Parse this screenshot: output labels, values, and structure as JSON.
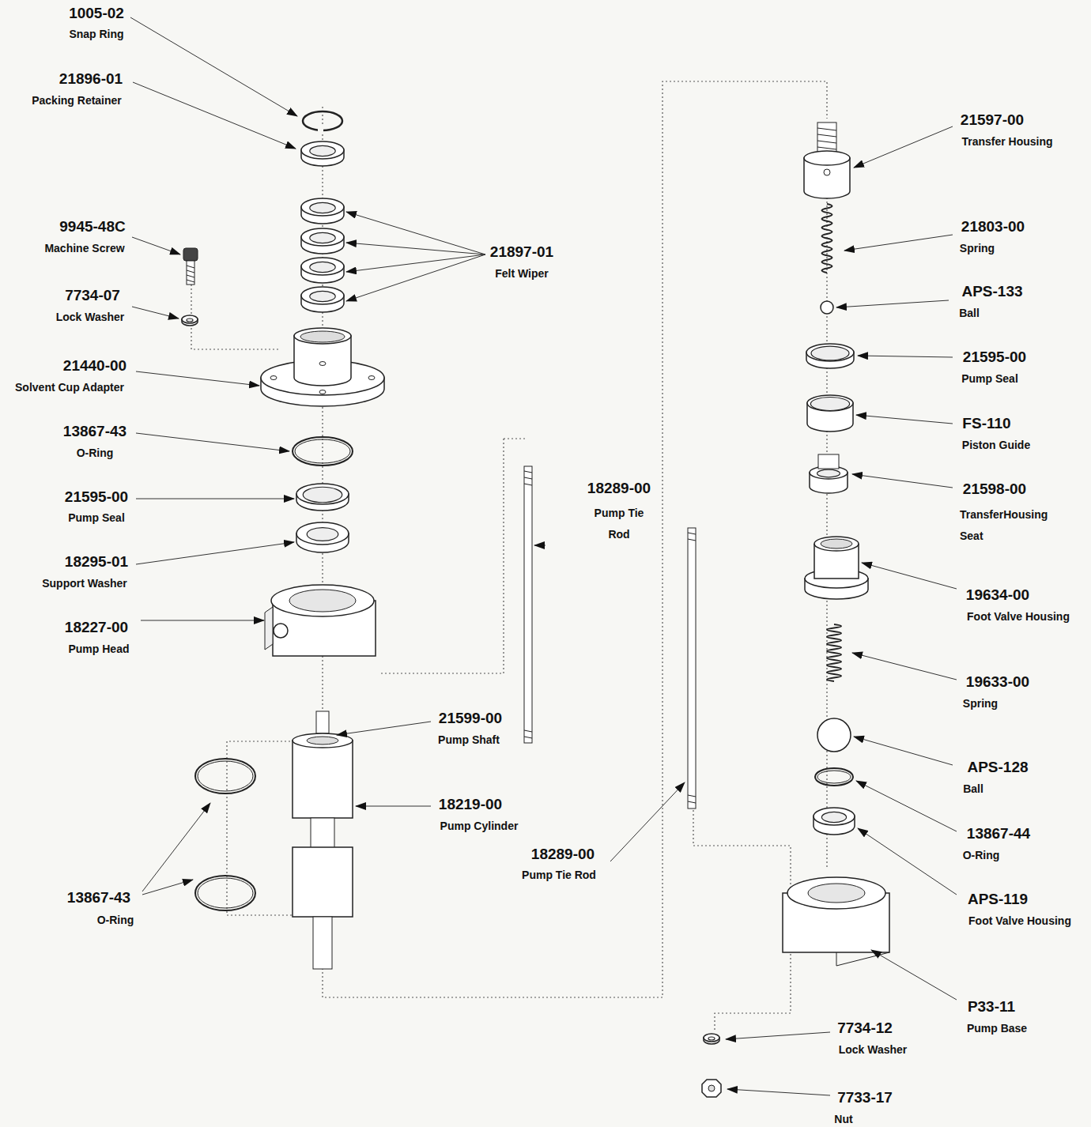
{
  "diagram": {
    "labels": [
      "1005-02",
      "Snap Ring",
      "21896-01",
      "Packing Retainer",
      "9945-48C",
      "Machine Screw",
      "21897-01",
      "Felt Wiper",
      "7734-07",
      "Lock Washer",
      "21440-00",
      "Solvent Cup Adapter",
      "13867-43",
      "O-Ring",
      "21595-00",
      "Pump Seal",
      "18295-01",
      "Support Washer",
      "18227-00",
      "Pump Head",
      "21599-00",
      "Pump Shaft",
      "18219-00",
      "Pump Cylinder",
      "13867-43",
      "O-Ring",
      "18289-00",
      "Pump Tie Rod",
      "18289-00",
      "Pump Tie Rod",
      "21597-00",
      "Transfer Housing",
      "21803-00",
      "Spring",
      "APS-133",
      "Ball",
      "21595-00",
      "Pump Seal",
      "FS-110",
      "Piston Guide",
      "21598-00",
      "TransferHousing Seat",
      "19634-00",
      "Foot Valve Housing",
      "19633-00",
      "Spring",
      "APS-128",
      "Ball",
      "13867-44",
      "O-Ring",
      "APS-119",
      "Foot Valve Housing",
      "P33-11",
      "Pump Base",
      "7734-12",
      "Lock Washer",
      "7733-17",
      "Nut"
    ]
  }
}
